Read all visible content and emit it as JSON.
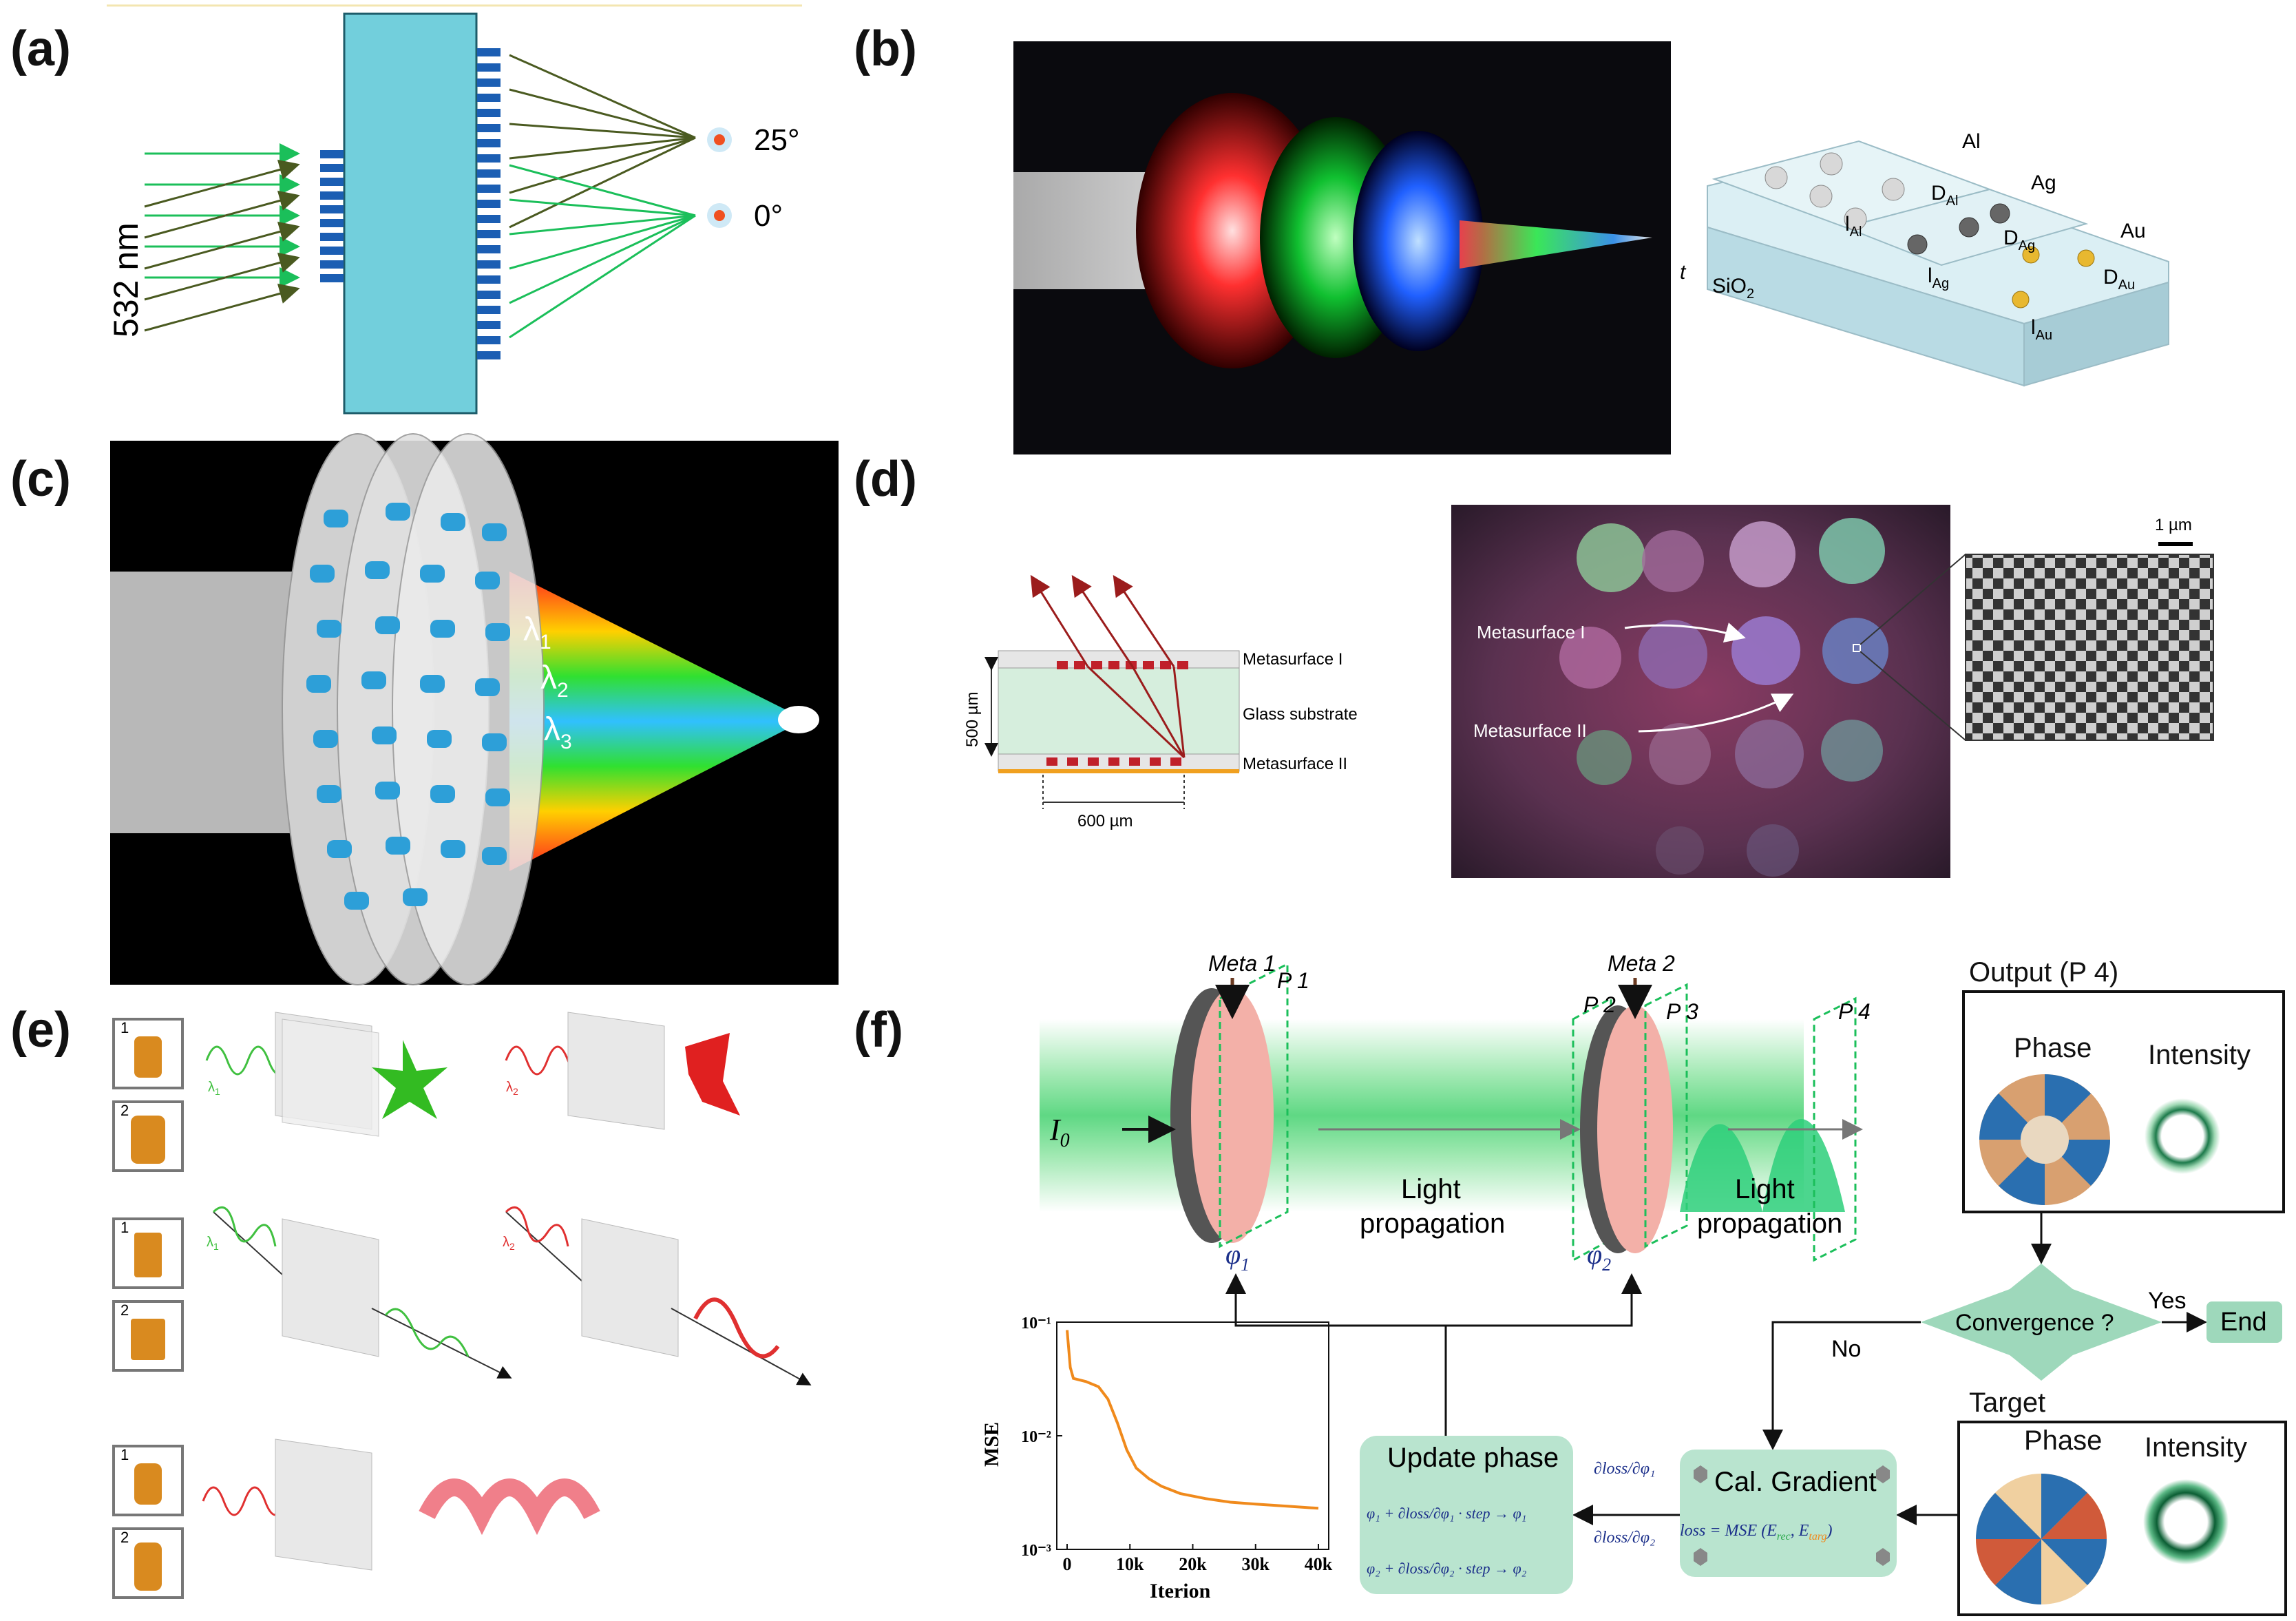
{
  "panels": {
    "a": {
      "label": "(a)",
      "wavelength": "532 nm",
      "angle_top": "25°",
      "angle_bottom": "0°"
    },
    "b": {
      "label": "(b)",
      "materials": [
        "Al",
        "Ag",
        "Au"
      ],
      "substrate": "SiO",
      "substrate_sub": "2",
      "thickness": "t",
      "d_labels": [
        {
          "main": "D",
          "sub": "Al"
        },
        {
          "main": "D",
          "sub": "Ag"
        },
        {
          "main": "D",
          "sub": "Au"
        }
      ],
      "l_labels": [
        {
          "main": "l",
          "sub": "Al"
        },
        {
          "main": "l",
          "sub": "Ag"
        },
        {
          "main": "l",
          "sub": "Au"
        }
      ]
    },
    "c": {
      "label": "(c)",
      "lambdas": [
        {
          "main": "λ",
          "sub": "1"
        },
        {
          "main": "λ",
          "sub": "2"
        },
        {
          "main": "λ",
          "sub": "3"
        }
      ]
    },
    "d": {
      "label": "(d)",
      "layers": [
        "Metasurface I",
        "Glass substrate",
        "Metasurface II"
      ],
      "thickness": "500 µm",
      "width": "600 µm",
      "photo_labels": [
        "Metasurface I",
        "Metasurface II"
      ],
      "scale_bar": "1 µm"
    },
    "e": {
      "label": "(e)",
      "box_numbers": [
        "1",
        "2",
        "1",
        "2",
        "1",
        "2"
      ],
      "lambdas": [
        {
          "main": "λ",
          "sub": "1"
        },
        {
          "main": "λ",
          "sub": "2"
        },
        {
          "main": "λ",
          "sub": "1"
        },
        {
          "main": "λ",
          "sub": "2"
        }
      ]
    },
    "f": {
      "label": "(f)",
      "meta1": "Meta 1",
      "meta2": "Meta 2",
      "planes": [
        "P 1",
        "P 2",
        "P 3",
        "P 4"
      ],
      "input": "I",
      "input_sub": "0",
      "propagation1_line1": "Light",
      "propagation1_line2": "propagation",
      "propagation2_line1": "Light",
      "propagation2_line2": "propagation",
      "phi1": "φ",
      "phi1_sub": "1",
      "phi2": "φ",
      "phi2_sub": "2",
      "output_title": "Output (P 4)",
      "phase": "Phase",
      "intensity": "Intensity",
      "convergence": "Convergence ?",
      "yes": "Yes",
      "no": "No",
      "end": "End",
      "target_title": "Target",
      "target_phase": "Phase",
      "target_intensity": "Intensity",
      "gradient_title": "Cal. Gradient",
      "loss_formula": "loss = MSE (E",
      "loss_rec": "rec",
      "loss_targ": "targ",
      "update_title": "Update phase",
      "update_eq1": "φ₁ + ∂loss/∂φ₁ · step → φ₁",
      "update_eq2": "φ₂ + ∂loss/∂φ₂ · step → φ₂",
      "dloss_dphi1": "∂loss/∂φ₁",
      "dloss_dphi2": "∂loss/∂φ₂"
    }
  },
  "chart_data": {
    "type": "line",
    "xlabel": "Iterion",
    "ylabel": "MSE",
    "x_ticks": [
      "0",
      "10k",
      "20k",
      "30k",
      "40k"
    ],
    "y_ticks": [
      "10⁻¹",
      "10⁻²",
      "10⁻³"
    ],
    "xlim": [
      0,
      40000
    ],
    "ylim_log10": [
      -3,
      -1
    ],
    "yscale": "log",
    "series": [
      {
        "color": "#f08a1c",
        "x": [
          0,
          500,
          1000,
          3000,
          5000,
          6500,
          8000,
          9500,
          11000,
          13000,
          15000,
          18000,
          22000,
          26000,
          30000,
          35000,
          40000
        ],
        "y": [
          0.085,
          0.04,
          0.032,
          0.03,
          0.027,
          0.021,
          0.013,
          0.0075,
          0.0052,
          0.0042,
          0.0036,
          0.0031,
          0.0028,
          0.0026,
          0.0025,
          0.0024,
          0.0023
        ]
      }
    ]
  }
}
